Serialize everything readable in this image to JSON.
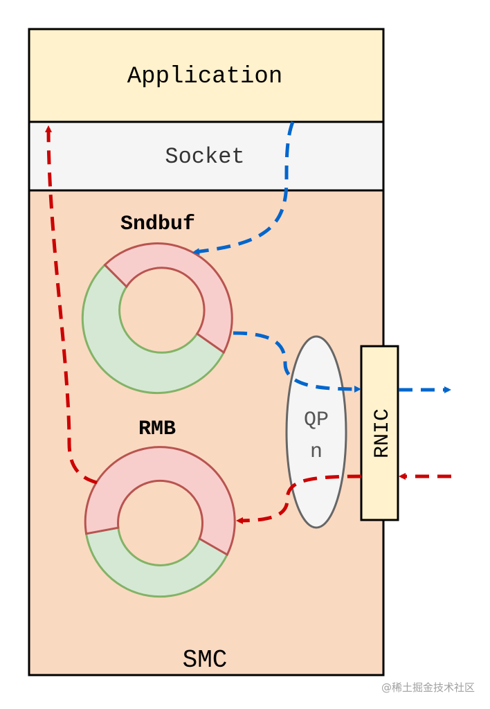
{
  "layers": {
    "application": "Application",
    "socket": "Socket",
    "smc": "SMC"
  },
  "buffers": {
    "send": "Sndbuf",
    "receive": "RMB"
  },
  "queue_pair": {
    "line1": "QP",
    "line2": "n"
  },
  "nic": "RNIC",
  "watermark": "@稀土掘金技术社区",
  "colors": {
    "application_fill": "#fff2cc",
    "socket_fill": "#f5f5f5",
    "smc_fill": "#fad9c1",
    "ring_used": "#f8cecc",
    "ring_used_stroke": "#b85450",
    "ring_free": "#d5e8d4",
    "ring_free_stroke": "#82b366",
    "send_path": "#0066cc",
    "receive_path": "#cc0000",
    "qp_fill": "#f5f5f5",
    "rnic_fill": "#fff2cc"
  }
}
